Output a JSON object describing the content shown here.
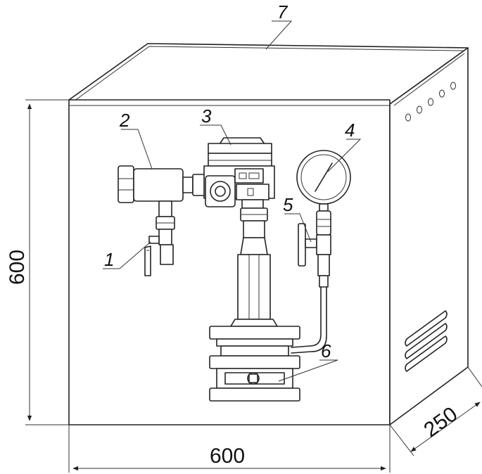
{
  "labels": {
    "p1": "1",
    "p2": "2",
    "p3": "3",
    "p4": "4",
    "p5": "5",
    "p6": "6",
    "p7": "7"
  },
  "dimensions": {
    "height": "600",
    "width": "600",
    "depth": "250"
  },
  "colors": {
    "line": "#222222",
    "background": "#ffffff"
  }
}
